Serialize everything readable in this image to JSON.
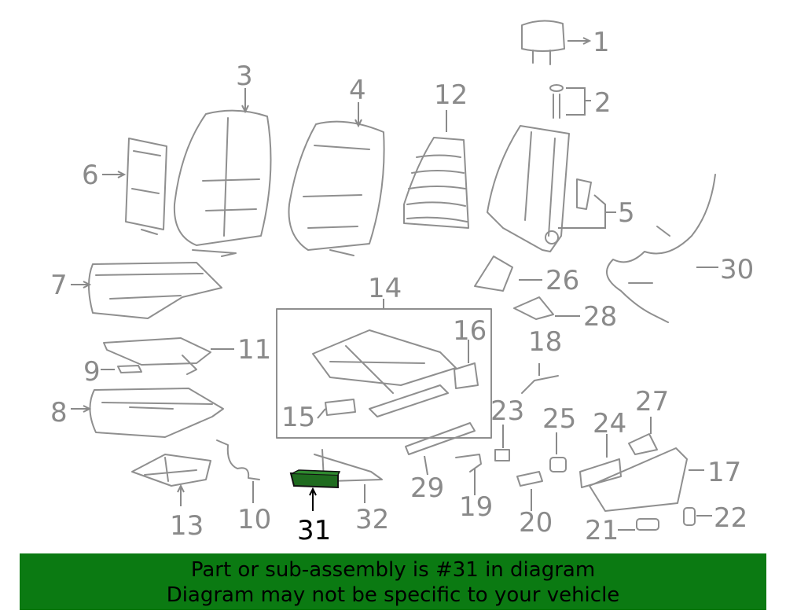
{
  "callouts": [
    "1",
    "2",
    "3",
    "4",
    "5",
    "6",
    "7",
    "8",
    "9",
    "10",
    "11",
    "12",
    "13",
    "14",
    "15",
    "16",
    "17",
    "18",
    "19",
    "20",
    "21",
    "22",
    "23",
    "24",
    "25",
    "26",
    "27",
    "28",
    "29",
    "30",
    "31",
    "32"
  ],
  "highlight_callout": "31",
  "colors": {
    "highlight_part": "#1f6b1f",
    "banner_bg": "#0b7a12",
    "line": "#8f8f8f"
  },
  "banner": {
    "line1": "Part or sub-assembly is #31 in diagram",
    "line2": "Diagram may not be specific to your vehicle"
  }
}
